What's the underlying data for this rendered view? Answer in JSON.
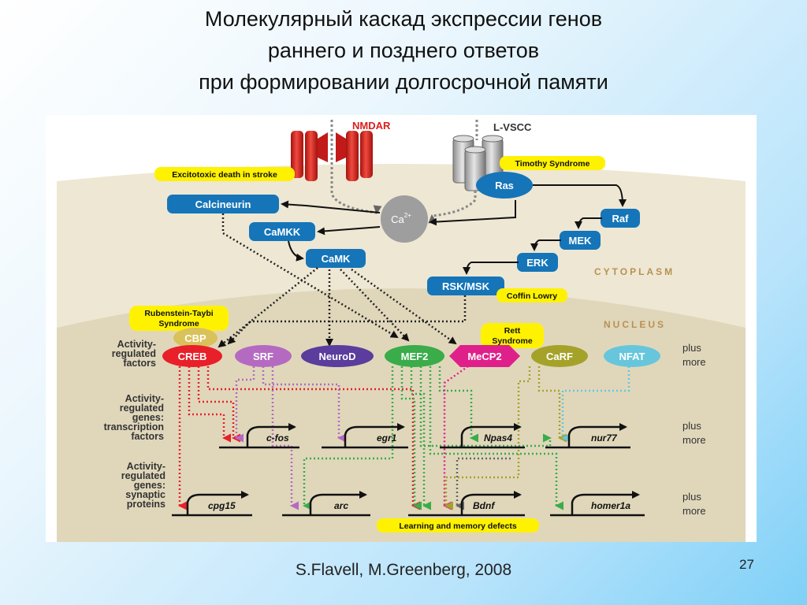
{
  "slide": {
    "title_lines": [
      "Молекулярный каскад экспрессии генов",
      "раннего и позднего ответов",
      "при формировании долгосрочной памяти"
    ],
    "credit": "S.Flavell, M.Greenberg, 2008",
    "page_number": "27"
  },
  "diagram": {
    "channels": {
      "nmdar": "NMDAR",
      "lvscc": "L-VSCC"
    },
    "ca": "Ca",
    "ca_sup": "2+",
    "compartments": {
      "cytoplasm": "CYTOPLASM",
      "nucleus": "NUCLEUS"
    },
    "kinases": {
      "calcineurin": "Calcineurin",
      "camkk": "CaMKK",
      "camk": "CaMK",
      "ras": "Ras",
      "raf": "Raf",
      "mek": "MEK",
      "erk": "ERK",
      "rsk": "RSK/MSK"
    },
    "diseases": {
      "excitotoxic": "Excitotoxic death in stroke",
      "timothy": "Timothy Syndrome",
      "coffin": "Coffin Lowry",
      "rubinstein_1": "Rubenstein-Taybi",
      "rubinstein_2": "Syndrome",
      "rett_1": "Rett",
      "rett_2": "Syndrome",
      "learning": "Learning and memory defects"
    },
    "row_labels": {
      "factors": [
        "Activity-",
        "regulated",
        "factors"
      ],
      "tf_genes": [
        "Activity-",
        "regulated",
        "genes:",
        "transcription",
        "factors"
      ],
      "syn_genes": [
        "Activity-",
        "regulated",
        "genes:",
        "synaptic",
        "proteins"
      ]
    },
    "plus_more": [
      "plus",
      "more"
    ],
    "factors": {
      "cbp": "CBP",
      "creb": "CREB",
      "srf": "SRF",
      "neurod": "NeuroD",
      "mef2": "MEF2",
      "mecp2": "MeCP2",
      "carf": "CaRF",
      "nfat": "NFAT"
    },
    "genes": {
      "cfos": "c-fos",
      "egr1": "egr1",
      "npas4": "Npas4",
      "nur77": "nur77",
      "cpg15": "cpg15",
      "arc": "arc",
      "bdnf": "Bdnf",
      "homer1a": "homer1a"
    },
    "colors": {
      "kinase": "#1575b8",
      "creb": "#e8202a",
      "srf": "#b56ac2",
      "neurod": "#5a3d9c",
      "mef2": "#3aac4a",
      "mecp2": "#e0208a",
      "carf": "#a5a22a",
      "nfat": "#67c6dc",
      "cbp": "#d9c25b",
      "disease": "#fff200",
      "nmdar": "#d7201f"
    }
  }
}
